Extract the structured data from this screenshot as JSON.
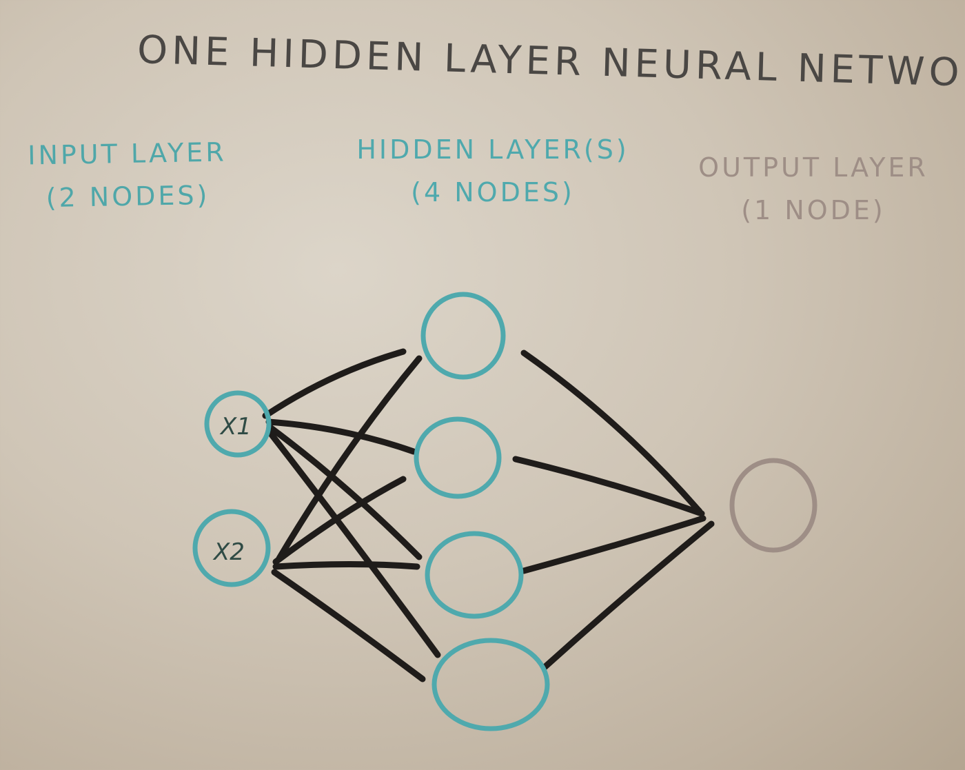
{
  "title": "ONE HIDDEN LAYER NEURAL NETWORK",
  "layers": {
    "input": {
      "line1": "INPUT LAYER",
      "line2": "(2 NODES)"
    },
    "hidden": {
      "line1": "HIDDEN LAYER(S)",
      "line2": "(4 NODES)"
    },
    "output": {
      "line1": "OUTPUT LAYER",
      "line2": "(1 NODE)"
    }
  },
  "nodes": {
    "input": [
      "X1",
      "X2"
    ],
    "hidden_count": 4,
    "output_count": 1
  },
  "colors": {
    "board": "#cfc5b6",
    "title": "#4a4744",
    "input_hidden": "#4fa9ad",
    "output": "#9e8e86",
    "edges": "#1f1c1a"
  }
}
